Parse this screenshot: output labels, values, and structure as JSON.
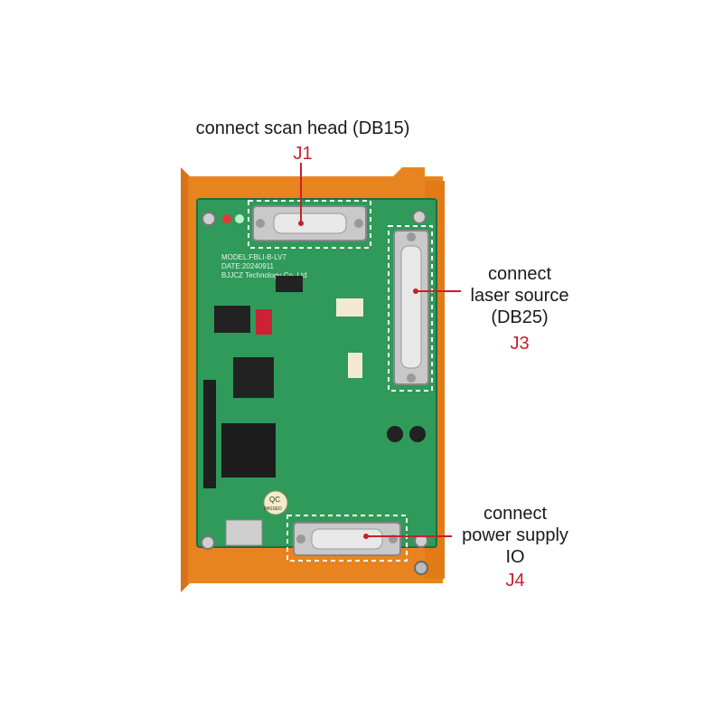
{
  "callouts": {
    "scan_head": {
      "text": "connect scan head (DB15)",
      "code": "J1"
    },
    "laser_source": {
      "lines": [
        "connect",
        "laser source",
        "(DB25)"
      ],
      "code": "J3"
    },
    "power_supply": {
      "lines": [
        "connect",
        "power supply",
        "IO"
      ],
      "code": "J4"
    }
  },
  "board": {
    "silkscreen_model": "MODEL:FBLI-B-LV7",
    "silkscreen_date": "DATE:20240911",
    "silkscreen_company": "BJJCZ Technology Co.,Ltd",
    "qc_text": "QC",
    "qc_sub": "PASSED"
  },
  "colors": {
    "bracket": "#e8841f",
    "pcb": "#2f9a5a",
    "callout_code": "#c8202a",
    "dashed_box": "#ffffff"
  }
}
